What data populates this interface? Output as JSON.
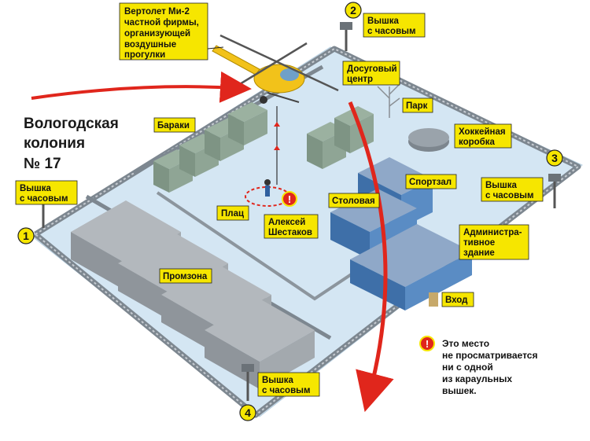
{
  "title": {
    "line1": "Вологодская",
    "line2": "колония",
    "line3": "№ 17"
  },
  "helicopter_callout": {
    "line1": "Вертолет Ми-2",
    "line2": "частной фирмы,",
    "line3": "организующей",
    "line4": "воздушные",
    "line5": "прогулки"
  },
  "towers": [
    {
      "number": "1",
      "label_line1": "Вышка",
      "label_line2": "с часовым"
    },
    {
      "number": "2",
      "label_line1": "Вышка",
      "label_line2": "с часовым"
    },
    {
      "number": "3",
      "label_line1": "Вышка",
      "label_line2": "с часовым"
    },
    {
      "number": "4",
      "label_line1": "Вышка",
      "label_line2": "с часовым"
    }
  ],
  "places": {
    "leisure_line1": "Досуговый",
    "leisure_line2": "центр",
    "park": "Парк",
    "hockey_line1": "Хоккейная",
    "hockey_line2": "коробка",
    "barracks": "Бараки",
    "gym": "Спортзал",
    "canteen": "Столовая",
    "admin_line1": "Администра-",
    "admin_line2": "тивное",
    "admin_line3": "здание",
    "entrance": "Вход",
    "parade": "Плац",
    "industrial": "Промзона"
  },
  "person": {
    "line1": "Алексей",
    "line2": "Шестаков"
  },
  "blind_spot_note": {
    "line1": "Это место",
    "line2": "не просматривается",
    "line3": "ни с одной",
    "line4": "из караульных",
    "line5": "вышек."
  },
  "colors": {
    "ground": "#cfe3f1",
    "fence": "#7d8790",
    "building_gray": "#9ea4aa",
    "building_blue": "#4a7fb8",
    "label_bg": "#f6e600",
    "arrow_red": "#e0261c",
    "helicopter": "#f2c21a"
  }
}
